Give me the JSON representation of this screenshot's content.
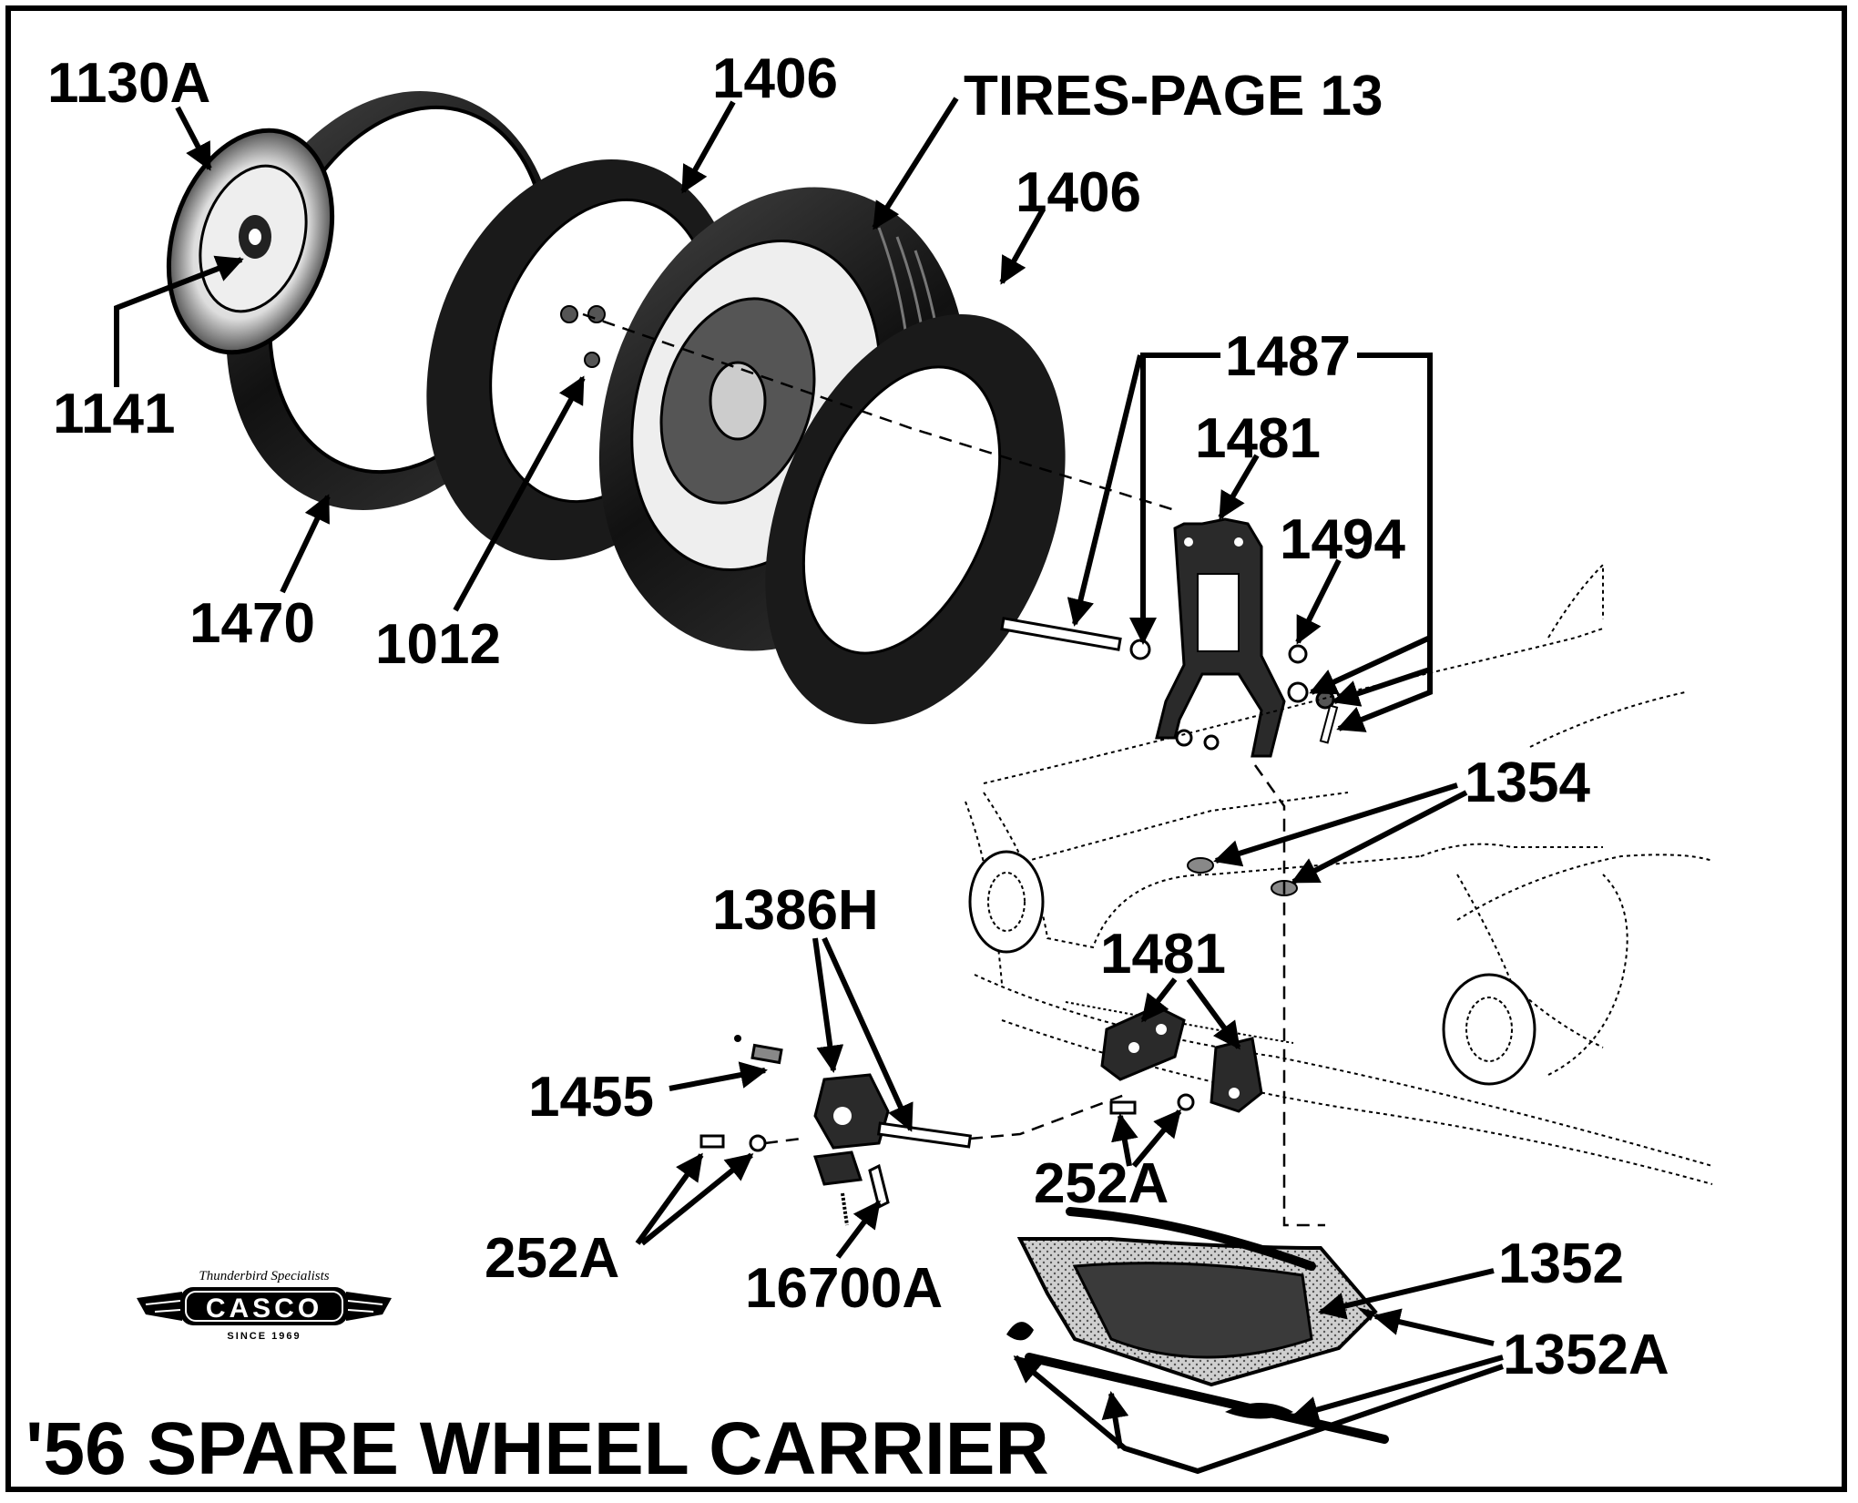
{
  "title": "'56 SPARE WHEEL CARRIER",
  "callouts": {
    "c1130A": "1130A",
    "c1406a": "1406",
    "c1406b": "1406",
    "tires": "TIRES-PAGE 13",
    "c1141": "1141",
    "c1470": "1470",
    "c1012": "1012",
    "c1487": "1487",
    "c1481a": "1481",
    "c1494": "1494",
    "c1354": "1354",
    "c1386H": "1386H",
    "c1481b": "1481",
    "c1455": "1455",
    "c252Aa": "252A",
    "c252Ab": "252A",
    "c16700A": "16700A",
    "c1352": "1352",
    "c1352A": "1352A"
  },
  "logo": {
    "script": "Thunderbird Specialists",
    "name": "CASCO",
    "since": "SINCE 1969"
  }
}
